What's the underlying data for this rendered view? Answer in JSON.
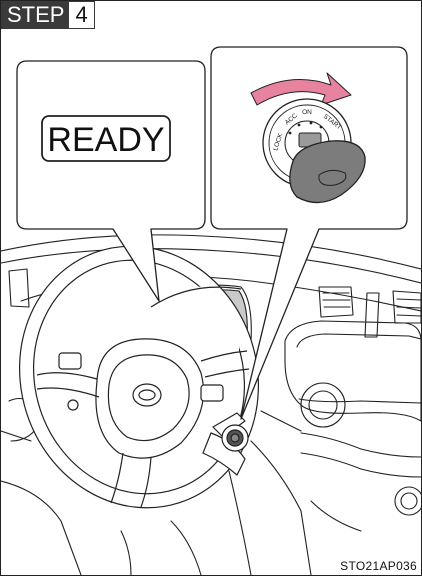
{
  "step": {
    "label": "STEP",
    "number": "4"
  },
  "display": {
    "indicator": "READY"
  },
  "ignition": {
    "positions": [
      "LOCK",
      "ACC",
      "ON",
      "START"
    ],
    "arrow_color": "#e8839f"
  },
  "figure": {
    "code": "STO21AP036"
  }
}
